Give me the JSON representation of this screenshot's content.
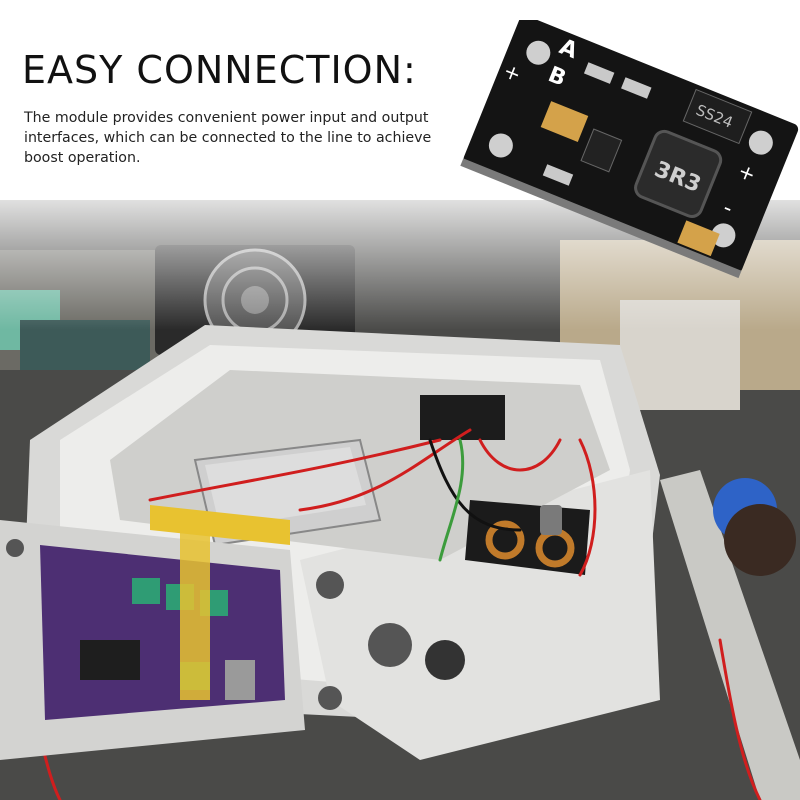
{
  "text": {
    "headline": "EASY CONNECTION:",
    "body": "The module provides convenient power input and output interfaces, which can be connected to the line to achieve boost operation."
  },
  "board_marks": {
    "inductor_code": "3R3",
    "diode_code": "SS24",
    "label_a": "A",
    "label_b": "B",
    "plus": "+",
    "minus": "-"
  },
  "colors": {
    "board": "#141414",
    "enclosure": "#e4e4e2",
    "purple_pcb": "#4d2f73",
    "terminal_green": "#2f9c74",
    "tape": "#e8c230",
    "wire_red": "#d01e1e"
  }
}
